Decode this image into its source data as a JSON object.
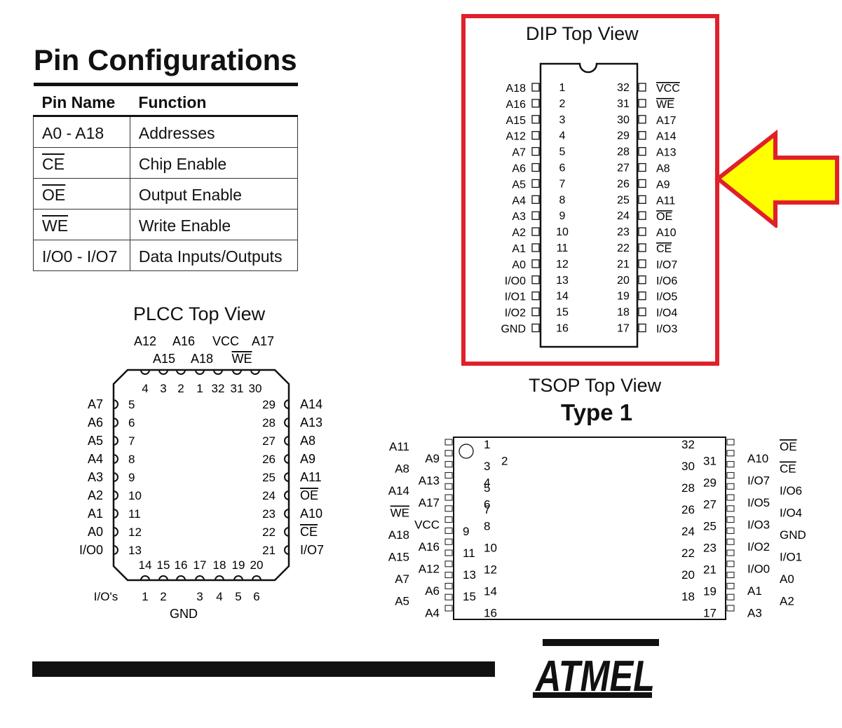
{
  "title": "Pin Configurations",
  "table": {
    "headers": [
      "Pin Name",
      "Function"
    ],
    "rows": [
      {
        "name": "A0 - A18",
        "overline": false,
        "function": "Addresses"
      },
      {
        "name": "CE",
        "overline": true,
        "function": "Chip Enable"
      },
      {
        "name": "OE",
        "overline": true,
        "function": "Output Enable"
      },
      {
        "name": "WE",
        "overline": true,
        "function": "Write Enable"
      },
      {
        "name": "I/O0 - I/O7",
        "overline": false,
        "function": "Data Inputs/Outputs"
      }
    ]
  },
  "dip": {
    "title": "DIP Top View",
    "left": [
      "A18",
      "A16",
      "A15",
      "A12",
      "A7",
      "A6",
      "A5",
      "A4",
      "A3",
      "A2",
      "A1",
      "A0",
      "I/O0",
      "I/O1",
      "I/O2",
      "GND"
    ],
    "right": [
      "VCC",
      "WE",
      "A17",
      "A14",
      "A13",
      "A8",
      "A9",
      "A11",
      "OE",
      "A10",
      "CE",
      "I/O7",
      "I/O6",
      "I/O5",
      "I/O4",
      "I/O3"
    ],
    "right_overline": [
      "VCC",
      "WE",
      "OE",
      "CE"
    ]
  },
  "plcc": {
    "title": "PLCC Top View",
    "top_labels_row1": [
      "A12",
      "A16",
      "VCC",
      "A17"
    ],
    "top_labels_row2": [
      "A15",
      "A18",
      "WE"
    ],
    "top_numbers": [
      "4",
      "3",
      "2",
      "1",
      "32",
      "31",
      "30"
    ],
    "left_labels": [
      "A7",
      "A6",
      "A5",
      "A4",
      "A3",
      "A2",
      "A1",
      "A0",
      "I/O0"
    ],
    "left_numbers": [
      "5",
      "6",
      "7",
      "8",
      "9",
      "10",
      "11",
      "12",
      "13"
    ],
    "right_numbers": [
      "29",
      "28",
      "27",
      "26",
      "25",
      "24",
      "23",
      "22",
      "21"
    ],
    "right_labels": [
      "A14",
      "A13",
      "A8",
      "A9",
      "A11",
      "OE",
      "A10",
      "CE",
      "I/O7"
    ],
    "bottom_numbers": [
      "14",
      "15",
      "16",
      "17",
      "18",
      "19",
      "20"
    ],
    "bottom_labels": [
      "I/O's",
      "1",
      "2",
      "3",
      "4",
      "5",
      "6"
    ],
    "gnd": "GND"
  },
  "tsop": {
    "title": "TSOP Top View",
    "subtitle": "Type 1",
    "left_outer": [
      "A11",
      "A8",
      "A14",
      "WE",
      "A18",
      "A15",
      "A7",
      "A5"
    ],
    "left_inner": [
      "A9",
      "A13",
      "A17",
      "VCC",
      "A16",
      "A12",
      "A6",
      "A4"
    ],
    "left_numbers": [
      "1",
      "2",
      "3",
      "4",
      "5",
      "6",
      "7",
      "8",
      "9",
      "10",
      "11",
      "12",
      "13",
      "14",
      "15",
      "16"
    ],
    "right_numbers": [
      "32",
      "31",
      "30",
      "29",
      "28",
      "27",
      "26",
      "25",
      "24",
      "23",
      "22",
      "21",
      "20",
      "19",
      "18",
      "17"
    ],
    "right_inner": [
      "A10",
      "I/O7",
      "I/O5",
      "I/O3",
      "I/O2",
      "I/O0",
      "A1",
      "A3"
    ],
    "right_outer": [
      "OE",
      "CE",
      "I/O6",
      "I/O4",
      "GND",
      "I/O1",
      "A0",
      "A2"
    ]
  },
  "logo_text": "ATMEL",
  "colors": {
    "highlight_box": "#e0202a",
    "arrow_fill": "#ffff00",
    "arrow_stroke": "#e0202a"
  }
}
